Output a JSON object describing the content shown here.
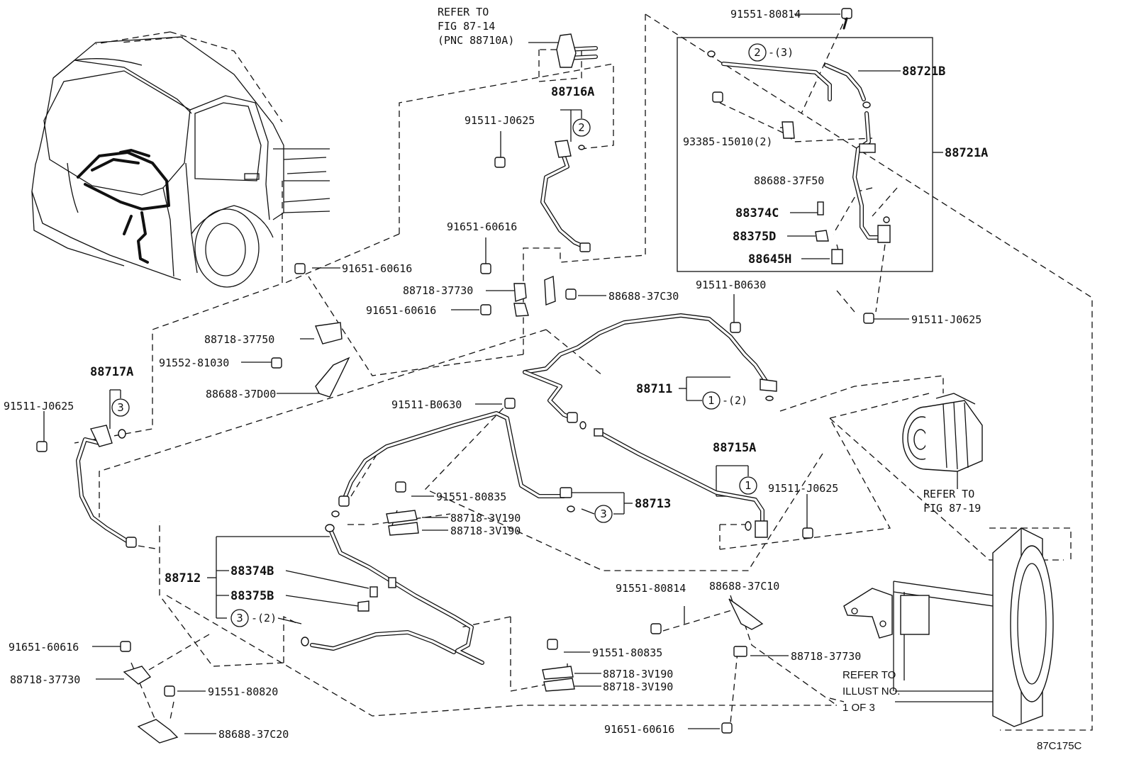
{
  "labels": {
    "refer_fig_8714_l1": "REFER TO",
    "refer_fig_8714_l2": "FIG 87-14",
    "refer_fig_8714_l3": "(PNC 88710A)",
    "p_91551_80814_top": "91551-80814",
    "p_88721B": "88721B",
    "p_93385_15010": "93385-15010(2)",
    "p_88688_37F50": "88688-37F50",
    "p_88721A": "88721A",
    "p_88374C": "88374C",
    "p_88375D": "88375D",
    "p_88645H": "88645H",
    "p_88716A": "88716A",
    "p_91511_J0625_a": "91511-J0625",
    "p_91651_60616_a": "91651-60616",
    "p_91651_60616_b": "91651-60616",
    "p_88718_37730_a": "88718-37730",
    "p_91651_60616_c": "91651-60616",
    "p_88688_37C30": "88688-37C30",
    "p_91511_B0630_a": "91511-B0630",
    "p_91511_J0625_b": "91511-J0625",
    "p_88718_37750": "88718-37750",
    "p_91552_81030": "91552-81030",
    "p_88688_37D00": "88688-37D00",
    "p_88717A": "88717A",
    "p_91511_J0625_c": "91511-J0625",
    "p_88711": "88711",
    "circ_2_3_suffix": "-(3)",
    "circ_1_2_suffix": "-(2)",
    "circ_3_2_suffix": "-(2)",
    "p_91511_B0630_b": "91511-B0630",
    "p_88715A": "88715A",
    "p_91511_J0625_d": "91511-J0625",
    "refer_fig_8719_l1": "REFER TO",
    "refer_fig_8719_l2": "FIG 87-19",
    "p_91551_80835_a": "91551-80835",
    "p_88718_3V190_a": "88718-3V190",
    "p_88718_3V190_b": "88718-3V190",
    "p_88713": "88713",
    "p_88712": "88712",
    "p_88374B": "88374B",
    "p_88375B": "88375B",
    "p_91551_80814_b": "91551-80814",
    "p_88688_37C10": "88688-37C10",
    "p_91651_60616_d": "91651-60616",
    "p_88718_37730_b": "88718-37730",
    "p_91551_80820": "91551-80820",
    "p_88688_37C20": "88688-37C20",
    "p_91551_80835_b": "91551-80835",
    "p_88718_3V190_c": "88718-3V190",
    "p_88718_3V190_d": "88718-3V190",
    "p_88718_37730_c": "88718-37730",
    "refer_illust_l1": "REFER TO",
    "refer_illust_l2": "ILLUST NO.",
    "refer_illust_l3": "1 OF 3",
    "p_91651_60616_e": "91651-60616",
    "figure_code": "87C175C"
  },
  "callouts": {
    "c1": "1",
    "c2": "2",
    "c3": "3"
  }
}
